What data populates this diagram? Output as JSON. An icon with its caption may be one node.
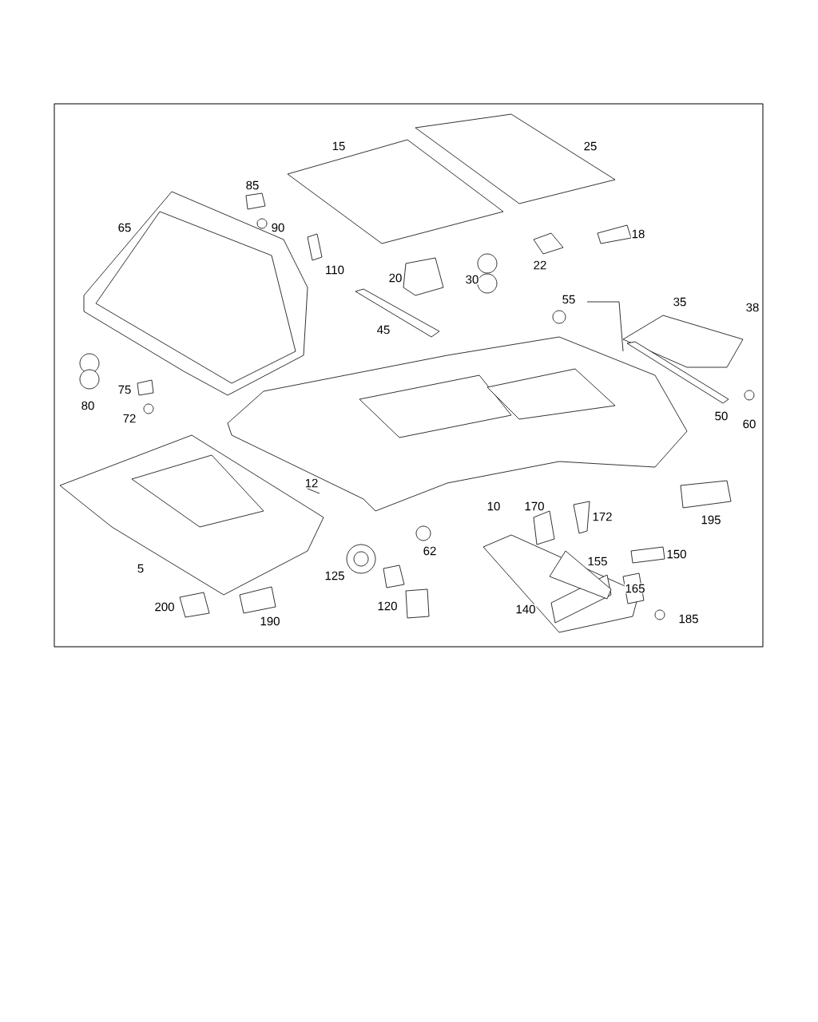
{
  "diagram": {
    "labels": [
      "15",
      "25",
      "85",
      "65",
      "90",
      "18",
      "110",
      "22",
      "20",
      "30",
      "55",
      "35",
      "38",
      "45",
      "80",
      "75",
      "50",
      "60",
      "72",
      "12",
      "10",
      "170",
      "172",
      "195",
      "62",
      "150",
      "5",
      "125",
      "155",
      "165",
      "200",
      "190",
      "120",
      "140",
      "185"
    ]
  }
}
